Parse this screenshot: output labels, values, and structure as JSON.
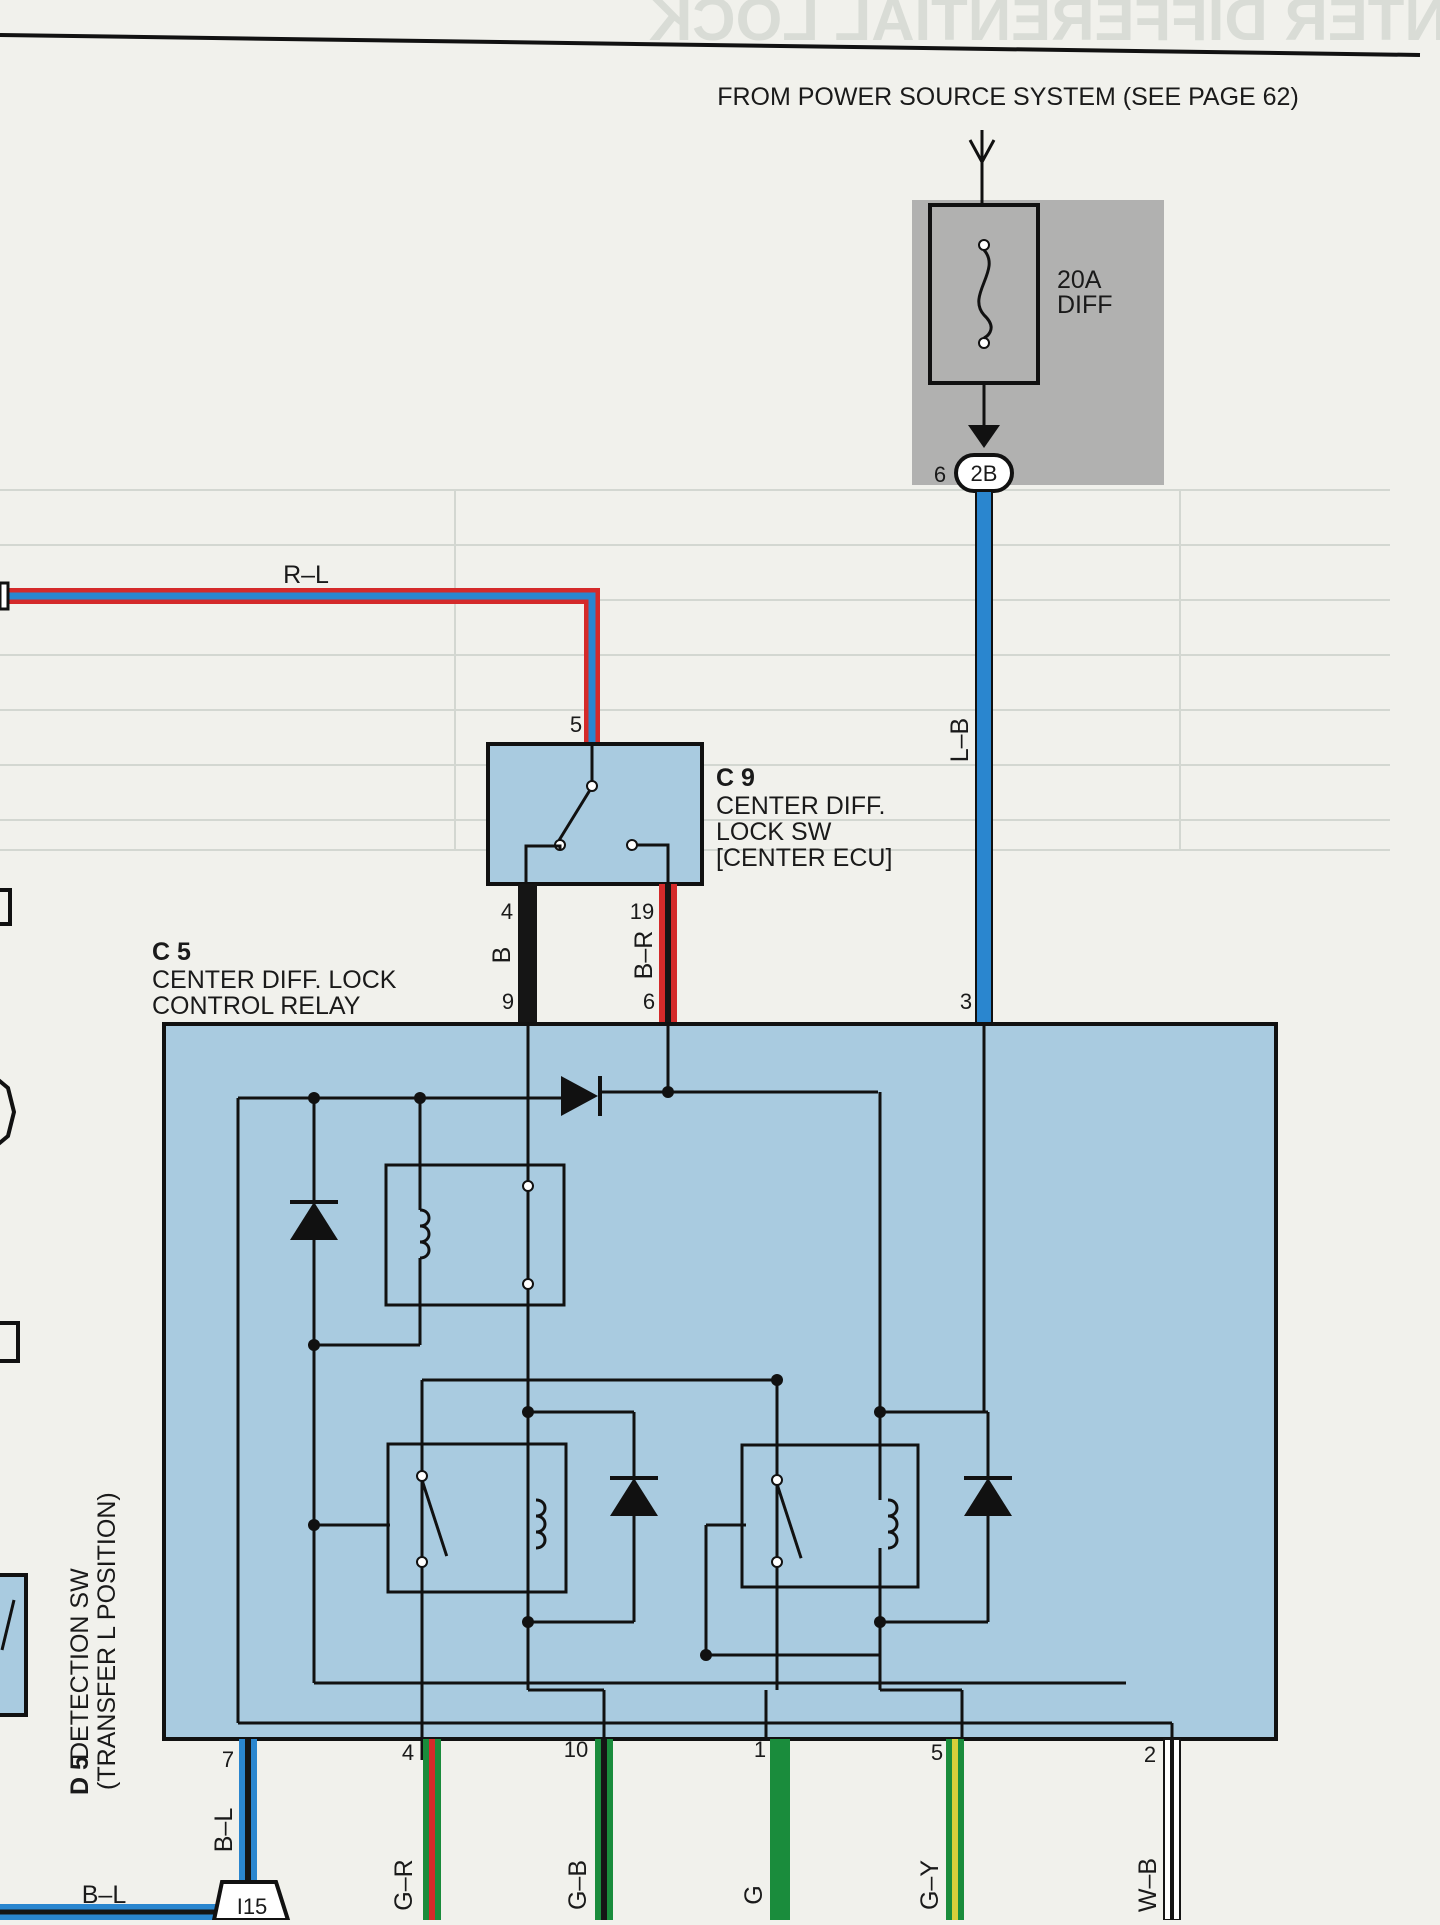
{
  "header": {
    "title": "CENTER DIFFERENTIAL LOCK"
  },
  "power": {
    "label": "FROM POWER SOURCE SYSTEM (SEE PAGE 62)"
  },
  "fuse": {
    "rating": "20A",
    "name": "DIFF"
  },
  "connector_2b": {
    "code": "2B",
    "pin": "6"
  },
  "switch_c9": {
    "code": "C 9",
    "line1": "CENTER DIFF.",
    "line2": "LOCK SW",
    "line3": "[CENTER ECU]",
    "pin_top": "5",
    "pin_left": "4",
    "pin_right": "19"
  },
  "relay_c5": {
    "code": "C 5",
    "line1": "CENTER DIFF.  LOCK",
    "line2": "CONTROL RELAY",
    "pin9": "9",
    "pin6": "6",
    "pin3": "3",
    "pin7": "7",
    "pin4": "4",
    "pin10": "10",
    "pin1": "1",
    "pin5": "5",
    "pin2": "2"
  },
  "detection_sw": {
    "code": "D 5",
    "line1": "DETECTION SW",
    "line2": "(TRANSFER L POSITION)"
  },
  "connector_i15": {
    "code": "I15"
  },
  "wires": {
    "rl": "R–L",
    "lb": "L–B",
    "b": "B",
    "br": "B–R",
    "bl_vert": "B–L",
    "bl_horiz": "B–L",
    "gr": "G–R",
    "gb": "G–B",
    "g": "G",
    "gy": "G–Y",
    "wb": "W–B"
  },
  "colors": {
    "red": "#d42a2a",
    "blue": "#2a86cf",
    "black": "#151515",
    "green": "#1a8c3c",
    "yellow": "#d8cf3a",
    "relay_fill": "#a9cbe0",
    "paper": "#f1f1ec"
  }
}
